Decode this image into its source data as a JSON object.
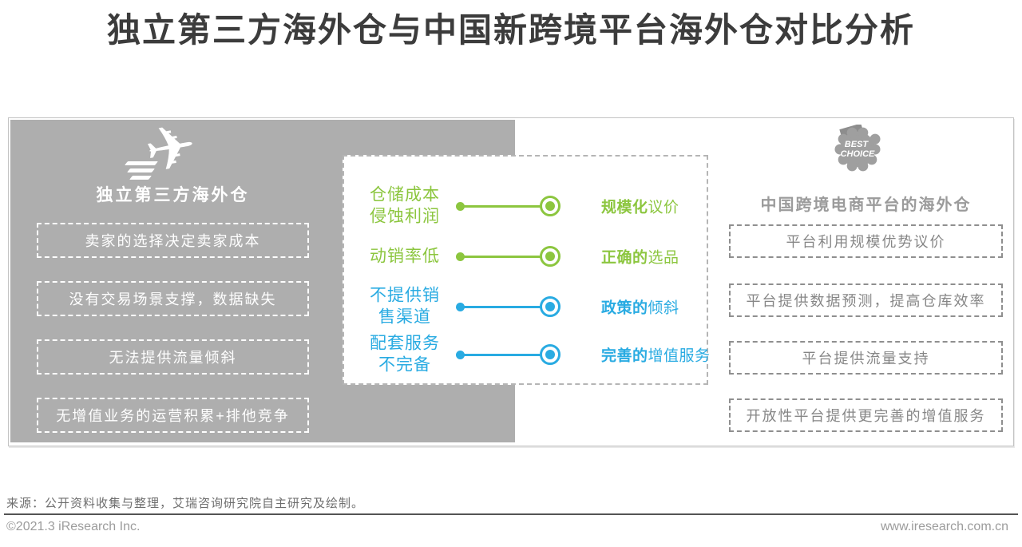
{
  "title": "独立第三方海外仓与中国新跨境平台海外仓对比分析",
  "left_panel": {
    "heading": "独立第三方海外仓",
    "items": [
      "卖家的选择决定卖家成本",
      "没有交易场景支撑，数据缺失",
      "无法提供流量倾斜",
      "无增值业务的运营积累+排他竞争"
    ]
  },
  "comparison": {
    "rows": [
      {
        "left_line1": "仓储成本",
        "left_line2": "侵蚀利润",
        "right_bold": "规模化",
        "right_rest": "议价",
        "color": "#8CC63F"
      },
      {
        "left_line1": "动销率低",
        "left_line2": "",
        "right_bold": "正确的",
        "right_rest": "选品",
        "color": "#8CC63F"
      },
      {
        "left_line1": "不提供销",
        "left_line2": "售渠道",
        "right_bold": "政策的",
        "right_rest": "倾斜",
        "color": "#29ABE2"
      },
      {
        "left_line1": "配套服务",
        "left_line2": "不完备",
        "right_bold": "完善的",
        "right_rest": "增值服务",
        "color": "#29ABE2"
      }
    ]
  },
  "right_panel": {
    "badge": {
      "line1": "BEST",
      "line2": "CHOICE"
    },
    "heading": "中国跨境电商平台的海外仓",
    "items": [
      "平台利用规模优势议价",
      "平台提供数据预测，提高仓库效率",
      "平台提供流量支持",
      "开放性平台提供更完善的增值服务"
    ]
  },
  "icons": {
    "airplane": "✈"
  },
  "colors": {
    "green": "#8CC63F",
    "blue": "#29ABE2",
    "panel_gray": "#AEAEAE",
    "badge_gray": "#9F9F9F",
    "title_gray": "#3C3C3C"
  },
  "footer": {
    "source": "来源：公开资料收集与整理，艾瑞咨询研究院自主研究及绘制。",
    "copyright": "©2021.3 iResearch Inc.",
    "website": "www.iresearch.com.cn"
  }
}
